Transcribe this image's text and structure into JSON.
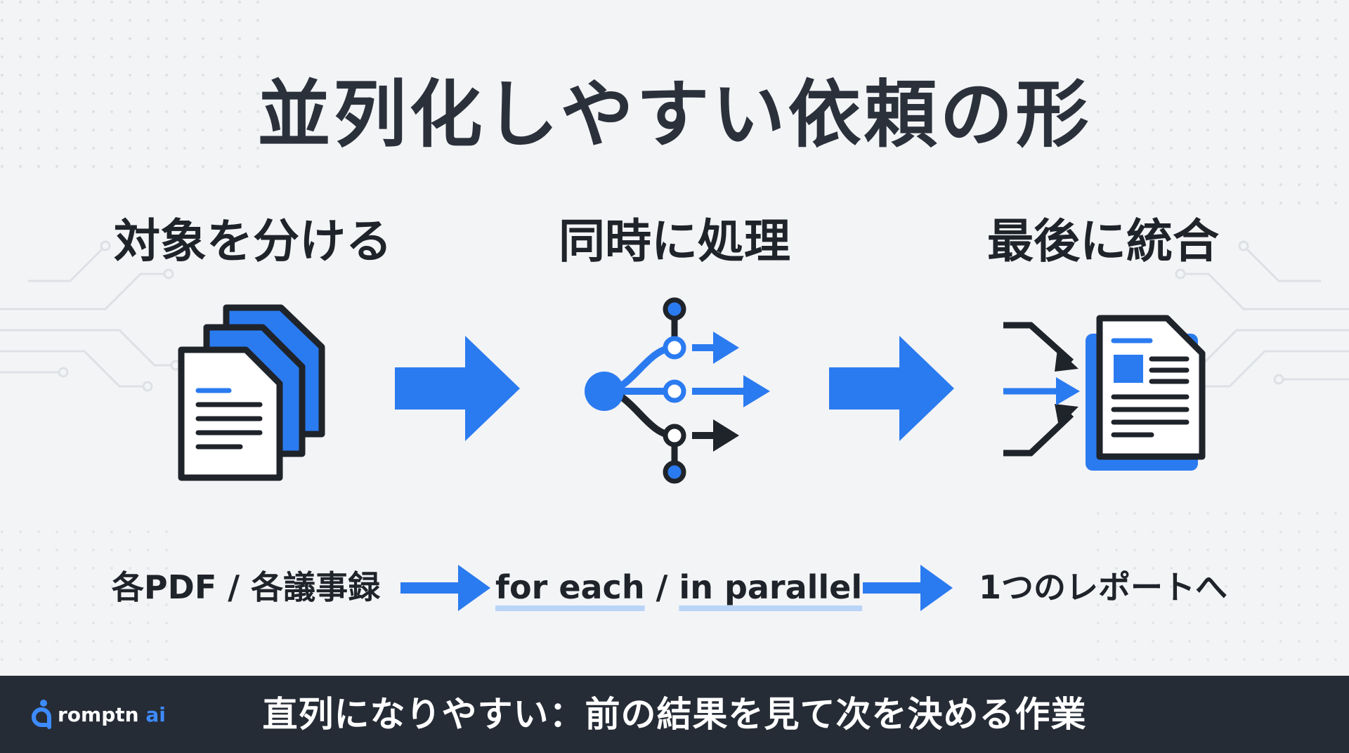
{
  "title": "並列化しやすい依頼の形",
  "steps": [
    {
      "title": "対象を分ける",
      "label": "各PDF / 各議事録",
      "icon": "stacked-documents-icon"
    },
    {
      "title": "同時に処理",
      "label_parts": [
        "for each",
        " / ",
        "in parallel"
      ],
      "icon": "branching-process-icon"
    },
    {
      "title": "最後に統合",
      "label": "1つのレポートへ",
      "icon": "merge-report-icon"
    }
  ],
  "footer": {
    "logo_main": "romptn",
    "logo_accent": "ai",
    "text": "直列になりやすい：前の結果を見て次を決める作業"
  },
  "colors": {
    "accent": "#2b7bf0",
    "dark": "#262c36",
    "background": "#f3f4f6"
  }
}
